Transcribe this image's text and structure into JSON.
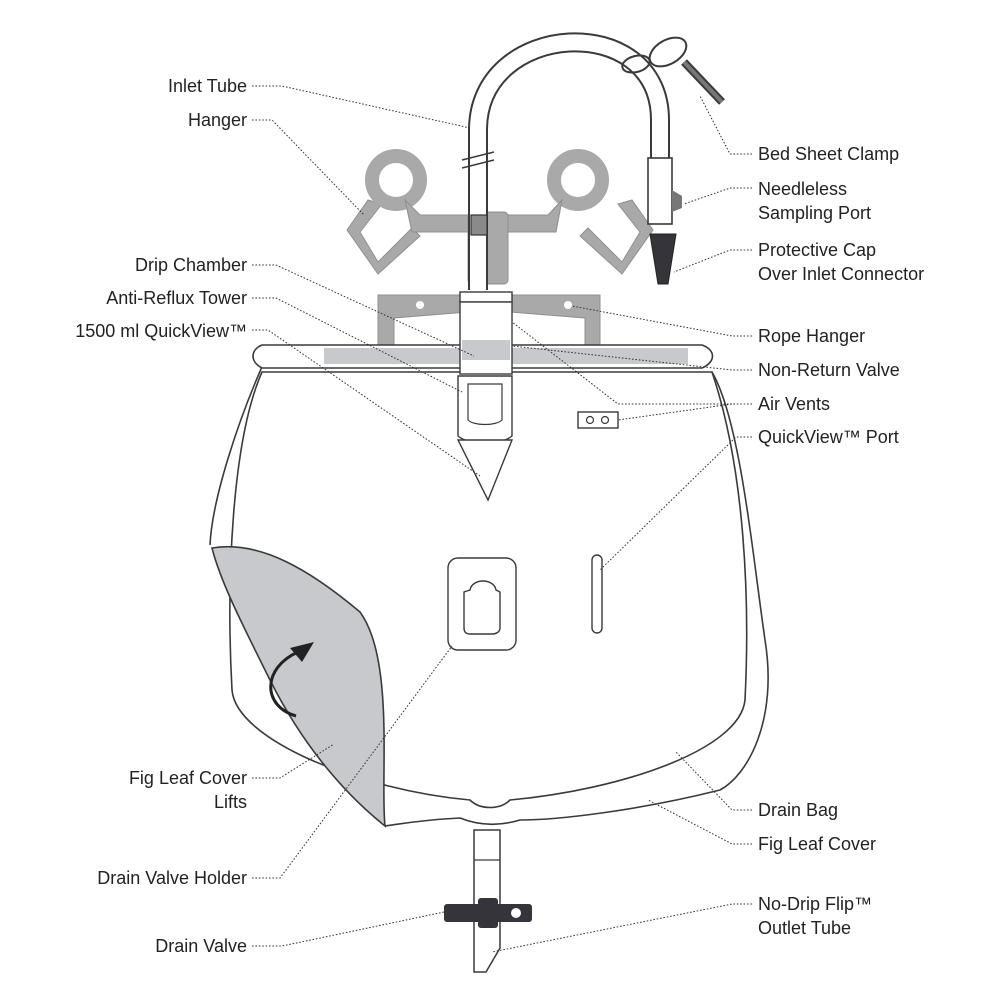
{
  "colors": {
    "background": "#ffffff",
    "outline": "#3a3a3a",
    "hanger_gray": "#a9a9a9",
    "leaf_gray": "#c7c9cd",
    "dark_part": "#34343a",
    "label_text": "#222222"
  },
  "labels": {
    "inlet_tube": "Inlet Tube",
    "hanger": "Hanger",
    "drip_chamber": "Drip Chamber",
    "anti_reflux_tower": "Anti-Reflux Tower",
    "quickview_1500": "1500 ml QuickView™",
    "fig_leaf_lifts_line1": "Fig Leaf Cover",
    "fig_leaf_lifts_line2": "Lifts",
    "drain_valve_holder": "Drain Valve Holder",
    "drain_valve": "Drain Valve",
    "bed_sheet_clamp": "Bed Sheet Clamp",
    "needleless_line1": "Needleless",
    "needleless_line2": "Sampling Port",
    "protective_cap_line1": "Protective Cap",
    "protective_cap_line2": "Over Inlet Connector",
    "rope_hanger": "Rope Hanger",
    "non_return_valve": "Non-Return Valve",
    "air_vents": "Air Vents",
    "quickview_port": "QuickView™ Port",
    "drain_bag": "Drain Bag",
    "fig_leaf_cover": "Fig Leaf Cover",
    "no_drip_line1": "No-Drip Flip™",
    "no_drip_line2": "Outlet Tube"
  }
}
